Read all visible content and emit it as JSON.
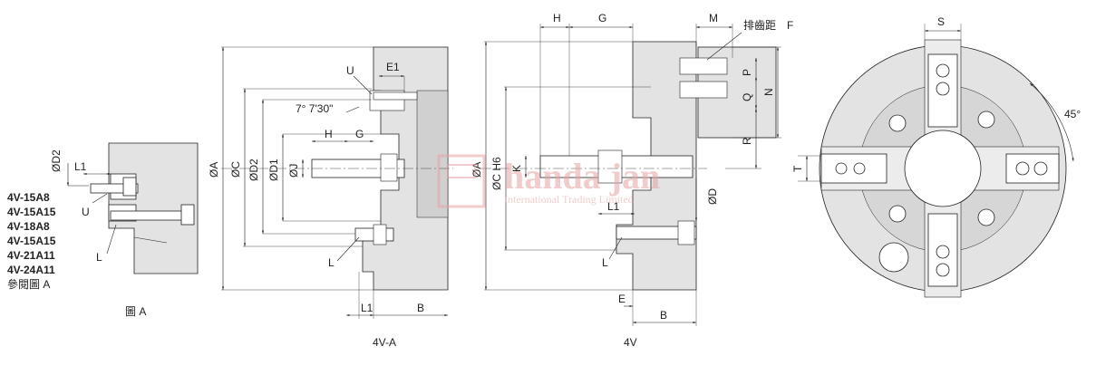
{
  "figureA": {
    "caption": "圖 A",
    "labels": {
      "d2": "ØD2",
      "l1": "L1",
      "u": "U",
      "l": "L"
    },
    "models": [
      "4V-15A8",
      "4V-15A15",
      "4V-18A8",
      "4V-15A15",
      "4V-21A11",
      "4V-24A11"
    ],
    "note": "參閱圖 A"
  },
  "view4VA": {
    "caption": "4V-A",
    "labels": {
      "a": "ØA",
      "c": "ØC",
      "d2": "ØD2",
      "d1": "ØD1",
      "j": "ØJ",
      "u": "U",
      "e1": "E1",
      "angle": "7° 7'30\"",
      "h": "H",
      "g": "G",
      "l": "L",
      "l1": "L1",
      "b": "B"
    }
  },
  "view4V": {
    "caption": "4V",
    "labels": {
      "h": "H",
      "g": "G",
      "m": "M",
      "pitch": "排齒距",
      "f": "F",
      "a": "ØA",
      "ch6": "ØC H6",
      "k": "K",
      "p": "P",
      "n": "N",
      "q": "Q",
      "r": "R",
      "l1": "L1",
      "d": "ØD",
      "l": "L",
      "e": "E",
      "b": "B"
    }
  },
  "frontView": {
    "labels": {
      "s": "S",
      "t": "T",
      "angle": "45°"
    }
  },
  "watermark": {
    "brand": "handa jan",
    "sub": "International Trading Limited"
  },
  "colors": {
    "line": "#222222",
    "body": "#e3e3e3",
    "body_dark": "#c8c8c8",
    "watermark": "#e7a3a3"
  }
}
